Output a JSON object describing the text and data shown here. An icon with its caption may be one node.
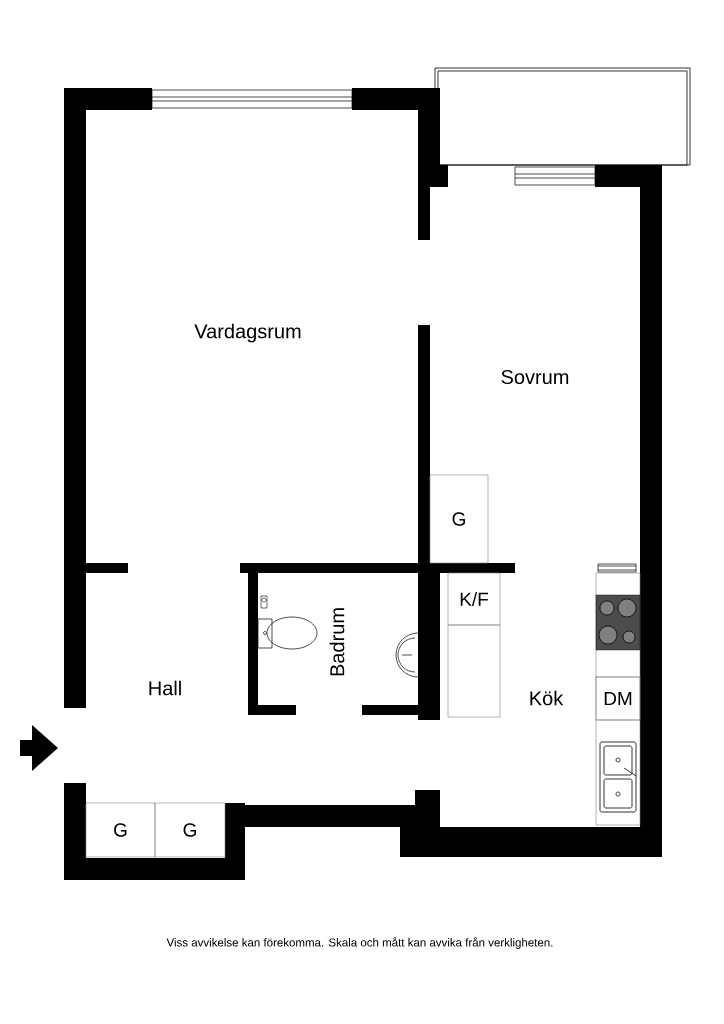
{
  "diagram": {
    "caption": "Viss avvikelse kan förekomma. Skala och mått kan avvika från verkligheten.",
    "nodes": [
      {
        "text": [
          "G"
        ]
      },
      {
        "text": [
          "K/F"
        ]
      },
      {
        "text": [
          "DM"
        ]
      },
      {
        "text": [
          "G"
        ]
      },
      {
        "text": [
          "G"
        ]
      }
    ],
    "labels": [
      "Vardagsrum",
      "Sovrum",
      "Badrum",
      "Hall",
      "Kök"
    ]
  }
}
